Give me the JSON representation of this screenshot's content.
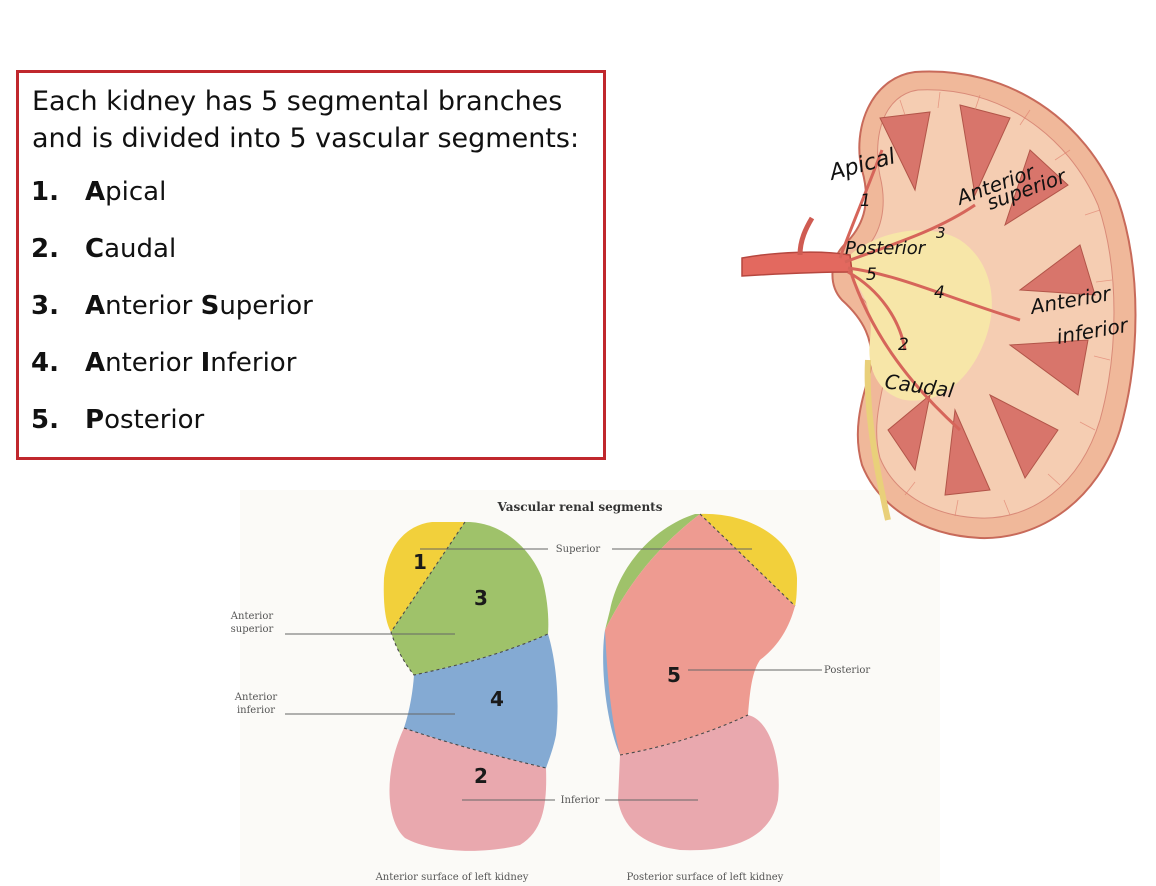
{
  "text_box": {
    "intro": "Each kidney has 5 segmental branches and is divided into 5 vascular segments:",
    "items": [
      {
        "number": "1.",
        "initial": "A",
        "rest": "pical"
      },
      {
        "number": "2.",
        "initial": "C",
        "rest": "audal"
      },
      {
        "number": "3.",
        "initial": "A",
        "rest": "nterior ",
        "initial2": "S",
        "rest2": "uperior"
      },
      {
        "number": "4.",
        "initial": "A",
        "rest": "nterior ",
        "initial2": "I",
        "rest2": "nferior"
      },
      {
        "number": "5.",
        "initial": "P",
        "rest": "osterior"
      }
    ]
  },
  "segment_figure": {
    "title": "Vascular renal segments",
    "labels": {
      "superior": "Superior",
      "anterior_superior": [
        "Anterior",
        "superior"
      ],
      "anterior_inferior": [
        "Anterior",
        "inferior"
      ],
      "posterior": "Posterior",
      "inferior": "Inferior"
    },
    "segment_numbers": [
      "1",
      "2",
      "3",
      "4",
      "5"
    ],
    "captions": {
      "anterior": "Anterior surface of left kidney",
      "posterior": "Posterior surface of left kidney"
    },
    "colors": {
      "apical": "#f2d03b",
      "anterior_superior": "#9fc26a",
      "anterior_inferior": "#84aad3",
      "inferior": "#e9a8ae",
      "posterior": "#ee9b91"
    }
  },
  "kidney_illustration": {
    "handwritten": {
      "apical": "Apical",
      "anterior_superior": [
        "Anterior",
        "superior"
      ],
      "posterior": "Posterior",
      "anterior_inferior": [
        "Anterior",
        "inferior"
      ],
      "caudal": "Caudal"
    },
    "numbers": [
      "1",
      "3",
      "5",
      "4",
      "2"
    ]
  }
}
